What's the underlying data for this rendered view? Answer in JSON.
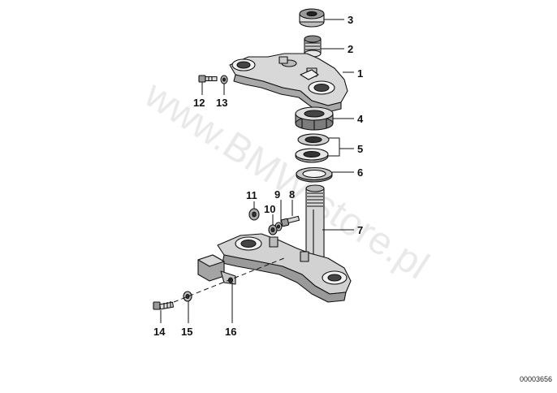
{
  "watermark": "www.BMW-store.pl",
  "diagram_code": "00003656",
  "callouts": {
    "c1": "1",
    "c2": "2",
    "c3": "3",
    "c4": "4",
    "c5": "5",
    "c6": "6",
    "c7": "7",
    "c8": "8",
    "c9": "9",
    "c10": "10",
    "c11": "11",
    "c12": "12",
    "c13": "13",
    "c14": "14",
    "c15": "15",
    "c16": "16"
  }
}
